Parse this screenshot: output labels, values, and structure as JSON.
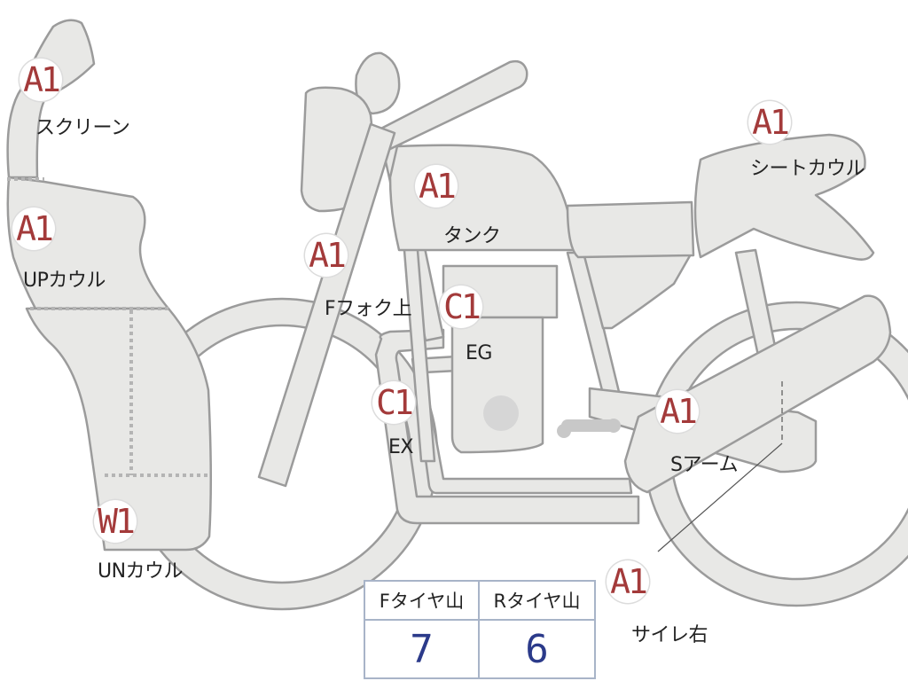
{
  "parts": [
    {
      "id": "screen",
      "grade": "A1",
      "label": "スクリーン"
    },
    {
      "id": "up-cowl",
      "grade": "A1",
      "label": "UPカウル"
    },
    {
      "id": "un-cowl",
      "grade": "W1",
      "label": "UNカウル"
    },
    {
      "id": "f-fork",
      "grade": "A1",
      "label": "Fフォク上"
    },
    {
      "id": "tank",
      "grade": "A1",
      "label": "タンク"
    },
    {
      "id": "engine",
      "grade": "C1",
      "label": "EG"
    },
    {
      "id": "exhaust",
      "grade": "C1",
      "label": "EX"
    },
    {
      "id": "seat-cowl",
      "grade": "A1",
      "label": "シートカウル"
    },
    {
      "id": "swing-arm",
      "grade": "A1",
      "label": "Sアーム"
    },
    {
      "id": "silencer-right",
      "grade": "A1",
      "label": "サイレ右"
    }
  ],
  "tread": {
    "front_label": "Fタイヤ山",
    "front_value": "7",
    "rear_label": "Rタイヤ山",
    "rear_value": "6"
  },
  "colors": {
    "grade": "#a33a3a",
    "tread_value": "#2b3a8a",
    "body_fill": "#e8e8e6",
    "outline": "#9b9b9b"
  }
}
